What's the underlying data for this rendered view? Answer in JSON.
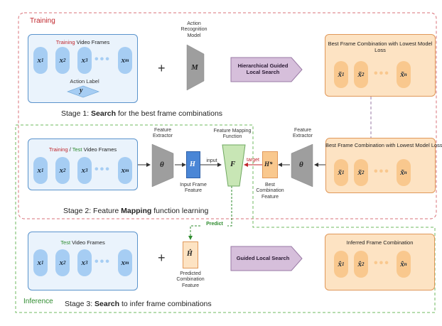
{
  "regions": {
    "training": "Training",
    "inference": "Inference"
  },
  "stage1": {
    "frames_title_colored": "Training",
    "frames_title_rest": " Video Frames",
    "frames": [
      "x1",
      "x2",
      "x3",
      "xm"
    ],
    "action_label": "Action Label",
    "action_label_symbol": "y",
    "plus": "+",
    "model_title": "Action Recognition Model",
    "model_symbol": "M",
    "search_label": "Hierarchical Guided Local Search",
    "best_title": "Best Frame Combination with Lowest Model Loss",
    "best_frames": [
      "x̃1",
      "x̃2",
      "x̃n"
    ],
    "caption_pre": "Stage 1: ",
    "caption_bold": "Search",
    "caption_post": " for the best frame combinations"
  },
  "stage2": {
    "frames_title_train": "Training",
    "frames_title_sep": " / ",
    "frames_title_test": "Test",
    "frames_title_rest": " Video Frames",
    "frames": [
      "x1",
      "x2",
      "x3",
      "xm"
    ],
    "extractor_left_title": "Feature Extractor",
    "extractor_symbol": "θ",
    "h_symbol": "H",
    "h_label": "Input Frame Feature",
    "input_label": "input",
    "mapping_title": "Feature Mapping Function",
    "mapping_symbol": "F",
    "target_label": "target",
    "hstar_symbol": "H*",
    "hstar_label": "Best Combination Feature",
    "extractor_right_title": "Feature Extractor",
    "best_title": "Best Frame Combination with Lowest Model Loss",
    "best_frames": [
      "x̃1",
      "x̃2",
      "x̃n"
    ],
    "caption_pre": "Stage 2: Feature ",
    "caption_bold": "Mapping",
    "caption_post": " function learning"
  },
  "stage3": {
    "frames_title_colored": "Test",
    "frames_title_rest": " Video Frames",
    "frames": [
      "x1",
      "x2",
      "x3",
      "xm"
    ],
    "plus": "+",
    "predict_label": "Predict",
    "hhat_symbol": "Ĥ",
    "hhat_label": "Predicted Combination Feature",
    "search_label": "Guided Local Search",
    "inferred_title": "Inferred Frame Combination",
    "inferred_frames": [
      "x̂1",
      "x̂2",
      "x̂n"
    ],
    "caption_pre": "Stage 3: ",
    "caption_bold": "Search",
    "caption_post": " to infer frame combinations"
  },
  "colors": {
    "training_red": "#c0272d",
    "test_green": "#2e8b2e",
    "blue_panel": "#eaf3fc",
    "orange_panel": "#fde3c3",
    "purple": "#d6bfdb",
    "mapping_green": "#c8e6b5"
  }
}
